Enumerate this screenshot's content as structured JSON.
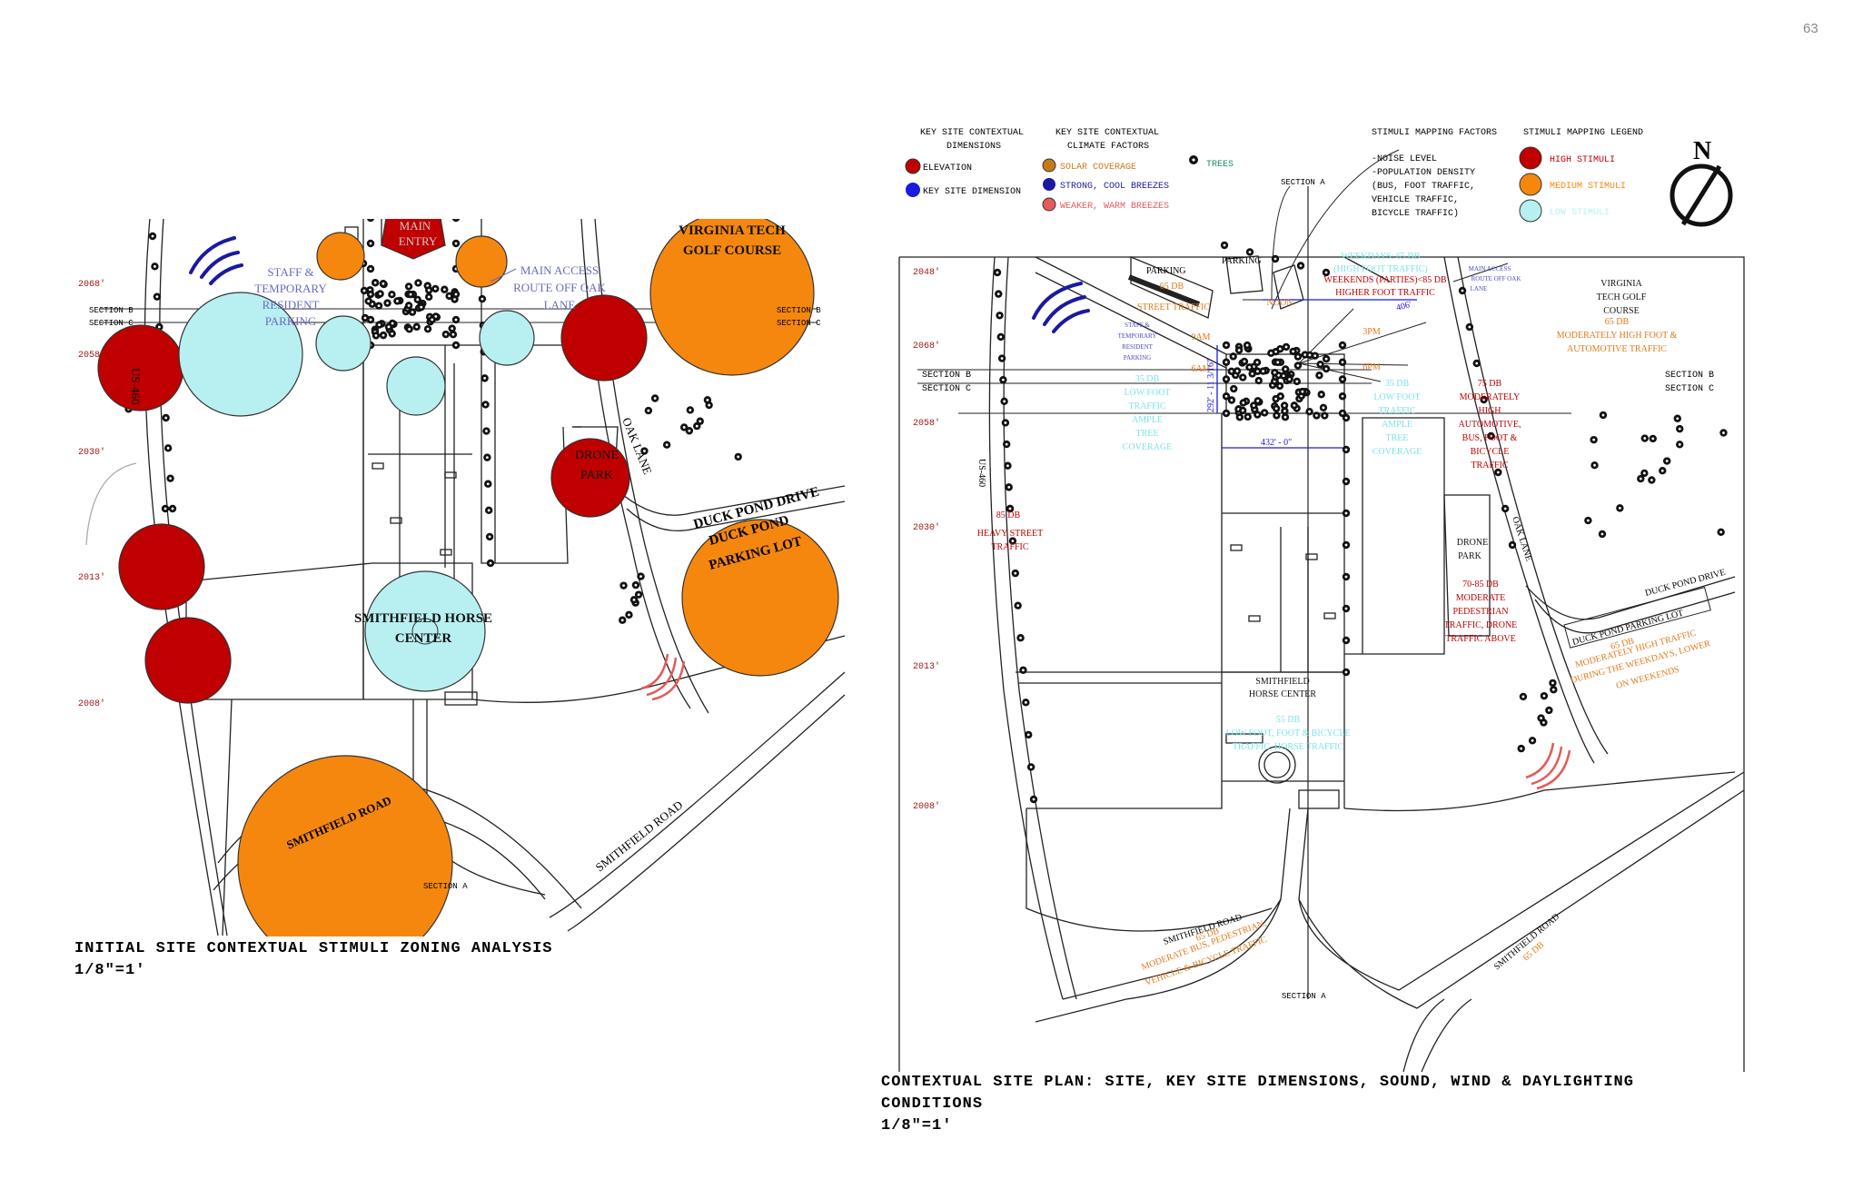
{
  "page_number": "63",
  "colors": {
    "high": "#c00000",
    "medium": "#f5870f",
    "low": "#b8f0f2",
    "cool_breeze": "#1a1aa0",
    "warm_breeze": "#e55a5a",
    "elevation_text": "#a01818",
    "staff_text": "#6a6ac0"
  },
  "left_plan": {
    "title": "INITIAL SITE CONTEXTUAL STIMULI ZONING ANALYSIS",
    "scale": "1/8″=1′",
    "elevations": [
      "2068'",
      "2058'",
      "2030'",
      "2013'",
      "2008'"
    ],
    "labels": {
      "main_entry": [
        "MAIN",
        "ENTRY"
      ],
      "staff": [
        "STAFF &",
        "TEMPORARY",
        "RESIDENT",
        "PARKING"
      ],
      "main_access": [
        "MAIN ACCESS",
        "ROUTE OFF OAK",
        "LANE"
      ],
      "golf": [
        "VIRGINIA TECH",
        "GOLF COURSE"
      ],
      "drone": [
        "DRONE",
        "PARK"
      ],
      "oak": "OAK LANE",
      "duck_drive": "DUCK POND DRIVE",
      "duck_lot": [
        "DUCK POND",
        "PARKING LOT"
      ],
      "horse": [
        "SMITHFIELD HORSE",
        "CENTER"
      ],
      "smithfield_road_1": "SMITHFIELD ROAD",
      "smithfield_road_2": "SMITHFIELD ROAD",
      "us460": "US-460",
      "section_a": "SECTION A",
      "section_b": "SECTION B",
      "section_c": "SECTION C"
    }
  },
  "legend": {
    "dimensions_title": [
      "KEY SITE CONTEXTUAL",
      "DIMENSIONS"
    ],
    "elevation": "ELEVATION",
    "key_site_dimension": "KEY SITE DIMENSION",
    "climate_title": [
      "KEY SITE CONTEXTUAL",
      "CLIMATE FACTORS"
    ],
    "solar": "SOLAR COVERAGE",
    "strong_breeze": "STRONG, COOL BREEZES",
    "warm_breeze": "WEAKER, WARM BREEZES",
    "trees": "TREES",
    "factors_title": "STIMULI MAPPING FACTORS",
    "factors": [
      "-NOISE LEVEL",
      "-POPULATION DENSITY",
      "(BUS, FOOT TRAFFIC,",
      "VEHICLE TRAFFIC,",
      "BICYCLE TRAFFIC)"
    ],
    "stimuli_title": "STIMULI MAPPING LEGEND",
    "high": "HIGH STIMULI",
    "medium": "MEDIUM STIMULI",
    "low": "LOW STIMULI",
    "north": "N"
  },
  "right_plan": {
    "title_line1": "CONTEXTUAL SITE PLAN: SITE, KEY SITE DIMENSIONS, SOUND, WIND & DAYLIGHTING",
    "title_line2": "CONDITIONS",
    "scale": "1/8″=1′",
    "elevations": [
      "2048'",
      "2068'",
      "2058'",
      "2030'",
      "2013'",
      "2008'"
    ],
    "labels": {
      "parking1": "PARKING",
      "parking2": "PARKING",
      "section_a_top": "SECTION A",
      "section_a_bottom": "SECTION A",
      "section_b": "SECTION B",
      "section_c": "SECTION C",
      "section_b_r": "SECTION B",
      "section_c_r": "SECTION C",
      "weekdays": [
        "WEEKDAYS: 65 DB",
        "(HIGH FOOT TRAFFIC)"
      ],
      "weekends": [
        "WEEKENDS (PARTIES)<85 DB",
        "HIGHER FOOT TRAFFIC"
      ],
      "street_65": [
        "65 DB",
        "STREET TRAFFIC"
      ],
      "staff": [
        "STAFF &",
        "TEMPORARY",
        "RESIDENT",
        "PARKING"
      ],
      "main_access": [
        "MAIN ACCESS",
        "ROUTE OFF OAK",
        "LANE"
      ],
      "golf": [
        "VIRGINIA",
        "TECH GOLF",
        "COURSE"
      ],
      "golf_db": [
        "65 DB",
        "MODERATELY HIGH FOOT &",
        "AUTOMOTIVE TRAFFIC"
      ],
      "times": [
        "NOON",
        "9AM",
        "3PM",
        "6AM",
        "6PM"
      ],
      "dim_406": "406'",
      "dim_292": "292' - 11 3/16\"",
      "dim_432": "432' - 0\"",
      "left_low": [
        "35 DB",
        "LOW FOOT",
        "TRAFFIC",
        "AMPLE",
        "TREE",
        "COVERAGE"
      ],
      "right_low": [
        "35 DB",
        "LOW FOOT",
        "TRAFFIC",
        "AMPLE",
        "TREE",
        "COVERAGE"
      ],
      "high_75": [
        "75 DB",
        "MODERATELY",
        "HIGH",
        "AUTOMOTIVE,",
        "BUS, FOOT &",
        "BICYCLE",
        "TRAFFIC"
      ],
      "heavy_street": [
        "85 DB",
        "HEAVY STREET",
        "TRAFFIC"
      ],
      "drone": [
        "DRONE",
        "PARK"
      ],
      "drone_db": [
        "70-85 DB",
        "MODERATE",
        "PEDESTRIAN",
        "TRAFFIC, DRONE",
        "TRAFFIC ABOVE"
      ],
      "oak": "OAK LANE",
      "duck_drive": "DUCK POND DRIVE",
      "duck_lot": "DUCK POND PARKING LOT",
      "duck_db": [
        "65 DB",
        "MODERATELY HIGH TRAFFIC",
        "DURING THE WEEKDAYS, LOWER",
        "ON WEEKENDS"
      ],
      "horse": [
        "SMITHFIELD",
        "HORSE CENTER"
      ],
      "horse_db": [
        "55 DB",
        "LOW FOOT, FOOT & BICYCLE",
        "TRAFFIC, HORSE TRAFFIC"
      ],
      "smithfield_left": "SMITHFIELD ROAD",
      "smithfield_left_db": [
        "65 DB",
        "MODERATE BUS, PEDESTRIAN,",
        "VEHICLE & BICYCLE TRAFFIC"
      ],
      "smithfield_right": "SMITHFIELD ROAD",
      "smithfield_right_db": "65 DB",
      "us460": "US-460"
    }
  }
}
